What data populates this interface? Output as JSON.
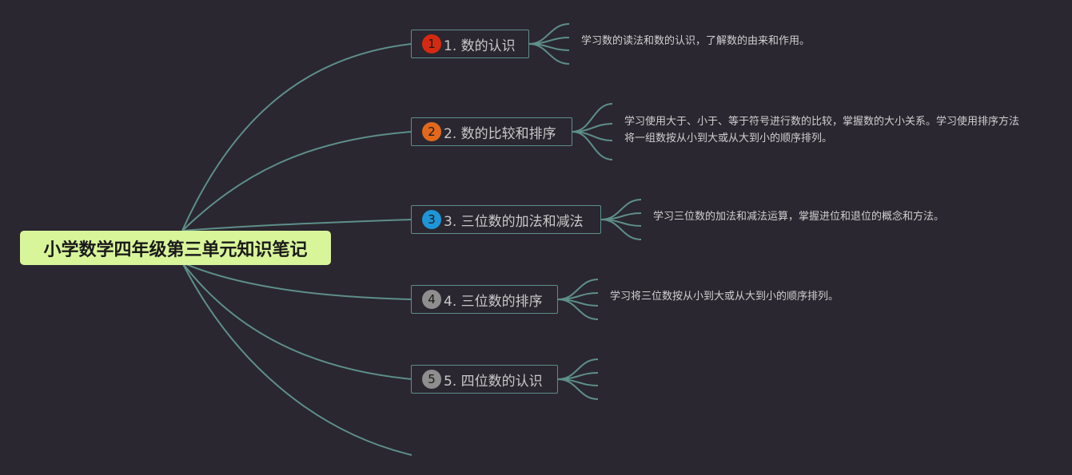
{
  "root": {
    "title": "小学数学四年级第三单元知识笔记"
  },
  "colors": {
    "background": "#2a2730",
    "branch_line": "#5e8f8a",
    "root_fill": "#d9f59a"
  },
  "topics": [
    {
      "number": "1",
      "label": "1. 数的认识",
      "badge_color": "#d42a12",
      "badge_text_color": "#1a1a1a",
      "description": "学习数的读法和数的认识，了解数的由来和作用。"
    },
    {
      "number": "2",
      "label": "2. 数的比较和排序",
      "badge_color": "#e2691c",
      "badge_text_color": "#1a1a1a",
      "description": "学习使用大于、小于、等于符号进行数的比较，掌握数的大小关系。学习使用排序方法将一组数按从小到大或从大到小的顺序排列。"
    },
    {
      "number": "3",
      "label": "3. 三位数的加法和减法",
      "badge_color": "#1e95d6",
      "badge_text_color": "#1a1a1a",
      "description": "学习三位数的加法和减法运算，掌握进位和退位的概念和方法。"
    },
    {
      "number": "4",
      "label": "4. 三位数的排序",
      "badge_color": "#8e8e8e",
      "badge_text_color": "#1a1a1a",
      "description": "学习将三位数按从小到大或从大到小的顺序排列。"
    },
    {
      "number": "5",
      "label": "5. 四位数的认识",
      "badge_color": "#8e8e8e",
      "badge_text_color": "#1a1a1a",
      "description": ""
    }
  ]
}
